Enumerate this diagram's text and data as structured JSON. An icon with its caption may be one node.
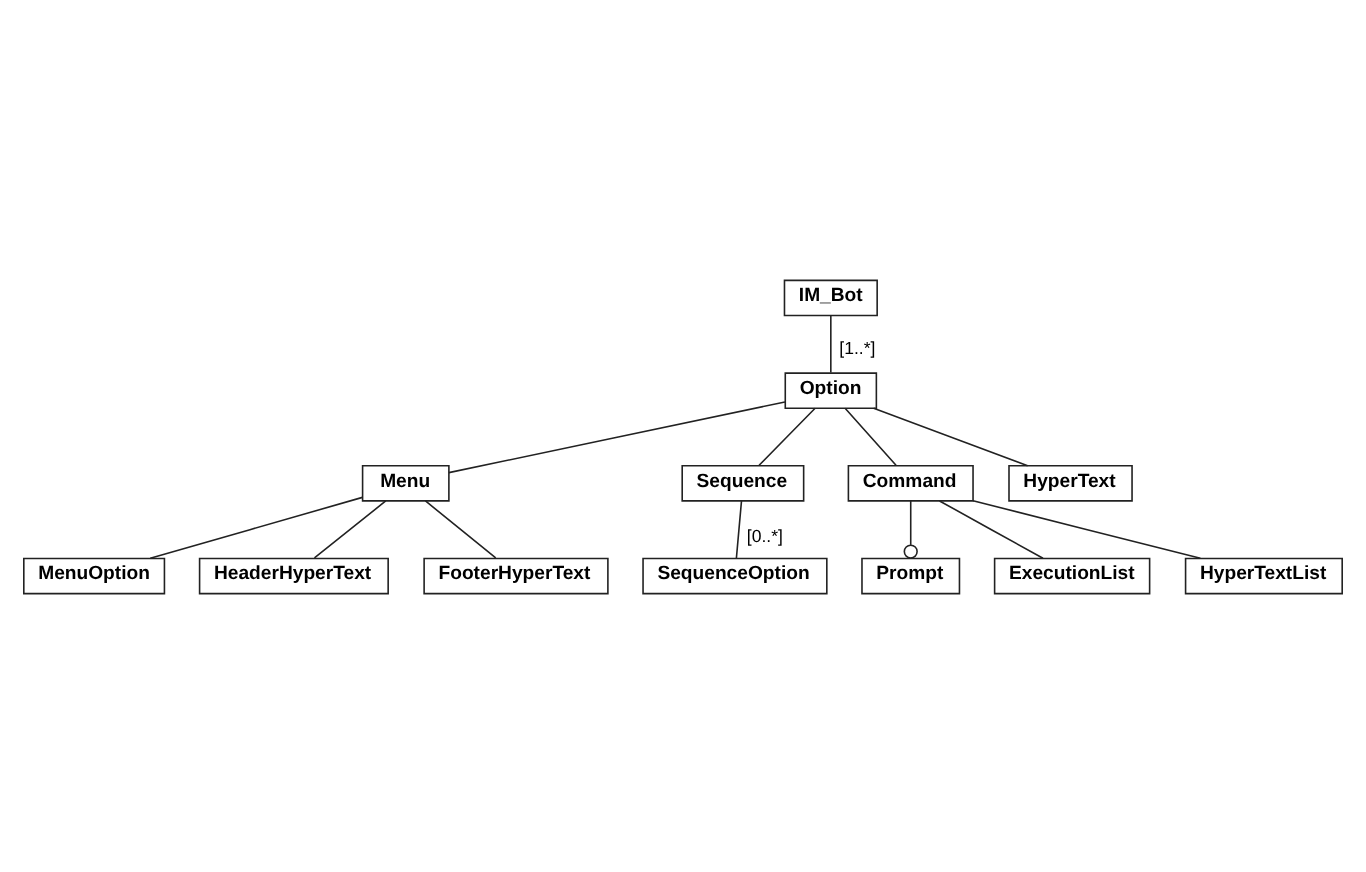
{
  "diagram": {
    "nodes": [
      {
        "text": [
          "IM_Bot"
        ]
      },
      {
        "text": [
          "Option"
        ]
      },
      {
        "text": [
          "Menu"
        ]
      },
      {
        "text": [
          "Sequence"
        ]
      },
      {
        "text": [
          "Command"
        ]
      },
      {
        "text": [
          "HyperText"
        ]
      },
      {
        "text": [
          "SequenceOption"
        ]
      },
      {
        "text": [
          "MenuOption"
        ]
      },
      {
        "text": [
          "HeaderHyperText"
        ]
      },
      {
        "text": [
          "FooterHyperText"
        ]
      },
      {
        "text": [
          "Prompt"
        ]
      },
      {
        "text": [
          "ExecutionList"
        ]
      },
      {
        "text": [
          "HyperTextList"
        ]
      }
    ],
    "edges": [
      {
        "from": 0,
        "to": 1,
        "arrow": "none",
        "label": "[1..*]"
      },
      {
        "from": 1,
        "to": 2,
        "arrow": "none"
      },
      {
        "from": 1,
        "to": 3,
        "arrow": "none"
      },
      {
        "from": 1,
        "to": 4,
        "arrow": "none"
      },
      {
        "from": 1,
        "to": 5,
        "arrow": "none"
      },
      {
        "from": 3,
        "to": 6,
        "arrow": "none",
        "label": "[0..*]"
      },
      {
        "from": 2,
        "to": 7,
        "arrow": "none"
      },
      {
        "from": 2,
        "to": 8,
        "arrow": "none"
      },
      {
        "from": 2,
        "to": 9,
        "arrow": "none"
      },
      {
        "from": 4,
        "to": 10,
        "arrow": "other"
      },
      {
        "from": 4,
        "to": 11,
        "arrow": "none"
      },
      {
        "from": 4,
        "to": 12,
        "arrow": "none"
      }
    ]
  }
}
